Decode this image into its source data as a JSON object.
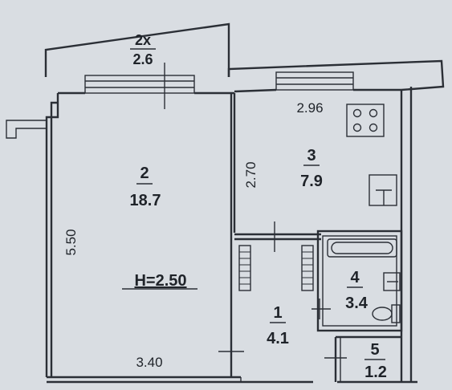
{
  "rooms": {
    "balcony": {
      "number": "2x",
      "area": "2.6"
    },
    "living": {
      "number": "2",
      "area": "18.7"
    },
    "kitchen": {
      "number": "3",
      "area": "7.9"
    },
    "hall": {
      "number": "1",
      "area": "4.1"
    },
    "bath": {
      "number": "4",
      "area": "3.4"
    },
    "wc": {
      "number": "5",
      "area": "1.2"
    }
  },
  "dimensions": {
    "living_height": "5.50",
    "living_width": "3.40",
    "kitchen_width": "2.96",
    "kitchen_height": "2.70"
  },
  "ceiling_height": "H=2.50"
}
